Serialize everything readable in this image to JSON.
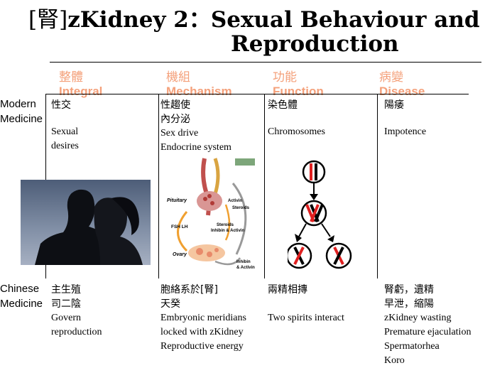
{
  "title": {
    "kanji": "[腎]",
    "line1": "zKidney 2：Sexual Behaviour and",
    "line2": "Reproduction"
  },
  "columns": [
    {
      "cn": "整體",
      "en": "Integral"
    },
    {
      "cn": "機組",
      "en": "Mechanism"
    },
    {
      "cn": "功能",
      "en": "Function"
    },
    {
      "cn": "病變",
      "en": "Disease"
    }
  ],
  "rows": {
    "modern": {
      "label_line1": "Modern",
      "label_line2": "Medicine"
    },
    "chinese": {
      "label_line1": "Chinese",
      "label_line2": "Medicine"
    }
  },
  "modern_cells": [
    {
      "cn": [
        "性交"
      ],
      "en": [
        "Sexual",
        "desires"
      ]
    },
    {
      "cn": [
        "性趨使",
        "內分泌"
      ],
      "en": [
        "Sex drive",
        "Endocrine system"
      ]
    },
    {
      "cn": [
        "染色體"
      ],
      "en": [
        "Chromosomes"
      ]
    },
    {
      "cn": [
        "陽痿"
      ],
      "en": [
        "Impotence"
      ]
    }
  ],
  "chinese_cells": [
    {
      "cn": [
        "主生殖",
        "司二陰"
      ],
      "en": [
        "Govern",
        "reproduction"
      ]
    },
    {
      "cn": [
        "胞絡系於[腎]",
        "天癸"
      ],
      "en": [
        "Embryonic meridians",
        "locked with zKidney",
        "Reproductive energy"
      ]
    },
    {
      "cn": [
        "兩精相摶"
      ],
      "en": [
        "Two spirits interact"
      ]
    },
    {
      "cn": [
        "腎虧，遺精",
        "早泄，縮陽"
      ],
      "en": [
        "zKidney wasting",
        "Premature ejaculation",
        "Spermatorhea",
        "Koro"
      ]
    }
  ],
  "diagram": {
    "pituitary": "Pituitary",
    "fsh_lh": "FSH LH",
    "activin": "Activin",
    "steroids": "Steroids",
    "steroids_inhibin": "Steroids",
    "inhibin_activin": "Inhibin & Activin",
    "ovary": "Ovary",
    "inhibin": "Inhibin",
    "activin2": "& Activin"
  },
  "colors": {
    "accent": "#f4a07a",
    "chromosome_red": "#e02020"
  }
}
